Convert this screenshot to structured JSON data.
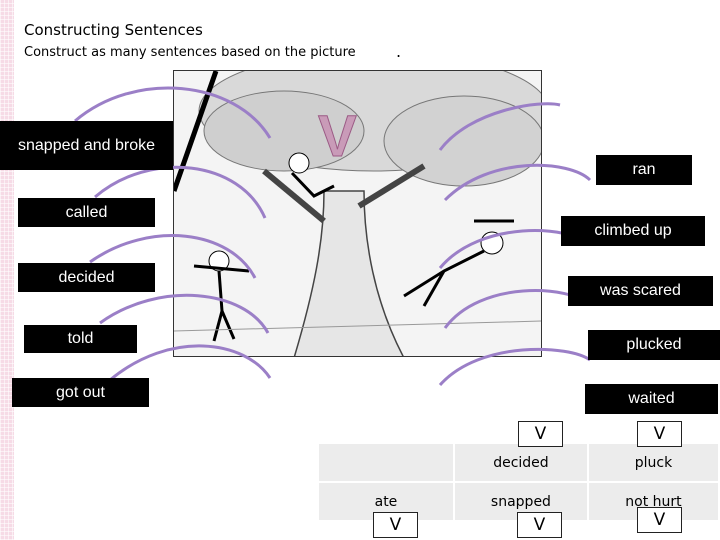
{
  "header": {
    "title": "Constructing Sentences",
    "subtitle": "Construct as many sentences based on the picture",
    "dot": "."
  },
  "picture": {
    "verb_mark": "V"
  },
  "labels": {
    "snapped_and_broke": "snapped and broke",
    "called": "called",
    "decided": "decided",
    "told": "told",
    "got_out": "got out",
    "ran": "ran",
    "climbed_up": "climbed up",
    "was_scared": "was scared",
    "plucked": "plucked",
    "waited": "waited"
  },
  "table": {
    "rows": [
      [
        "",
        "decided",
        "pluck"
      ],
      [
        "ate",
        "snapped",
        "not hurt"
      ]
    ],
    "marks": [
      "V",
      "V",
      "V",
      "V",
      "V"
    ]
  },
  "colors": {
    "arc": "#9b7fc7",
    "label_bg": "#000000",
    "verb_mark": "#c99bb8",
    "table_bg": "#ececec"
  }
}
